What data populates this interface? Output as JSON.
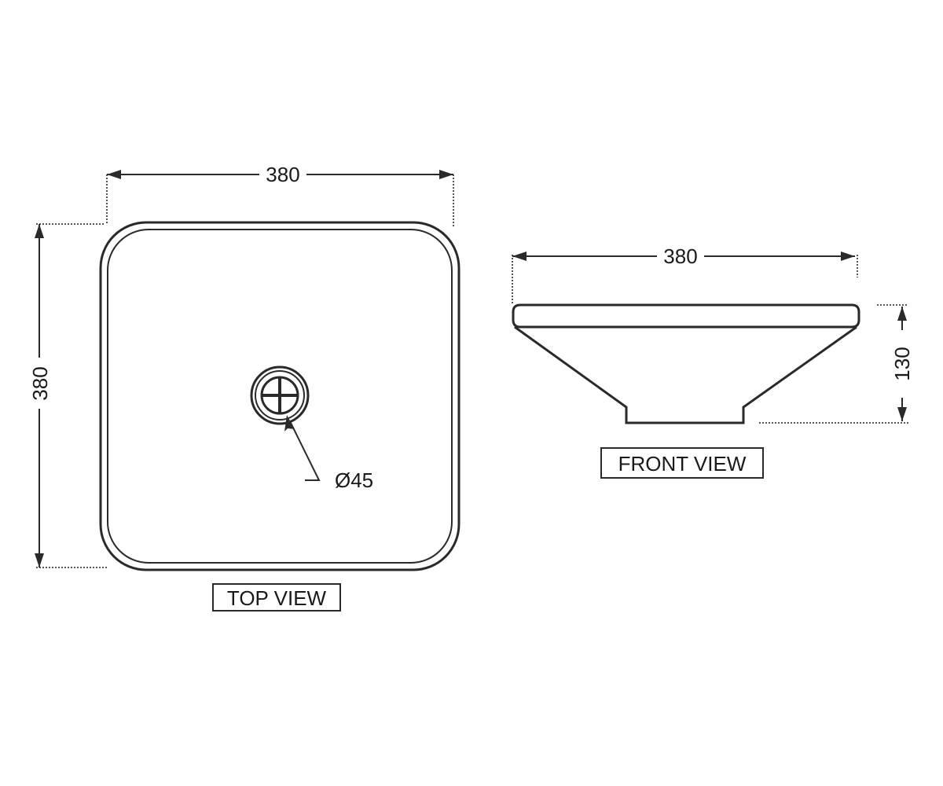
{
  "top_view": {
    "label": "TOP VIEW",
    "width_dim": "380",
    "height_dim": "380",
    "drain_dim": "Ø45"
  },
  "front_view": {
    "label": "FRONT VIEW",
    "width_dim": "380",
    "height_dim": "130"
  },
  "colors": {
    "line": "#2a2a2a",
    "background": "#ffffff"
  },
  "icons": {
    "drain": "drain-cross-icon"
  }
}
